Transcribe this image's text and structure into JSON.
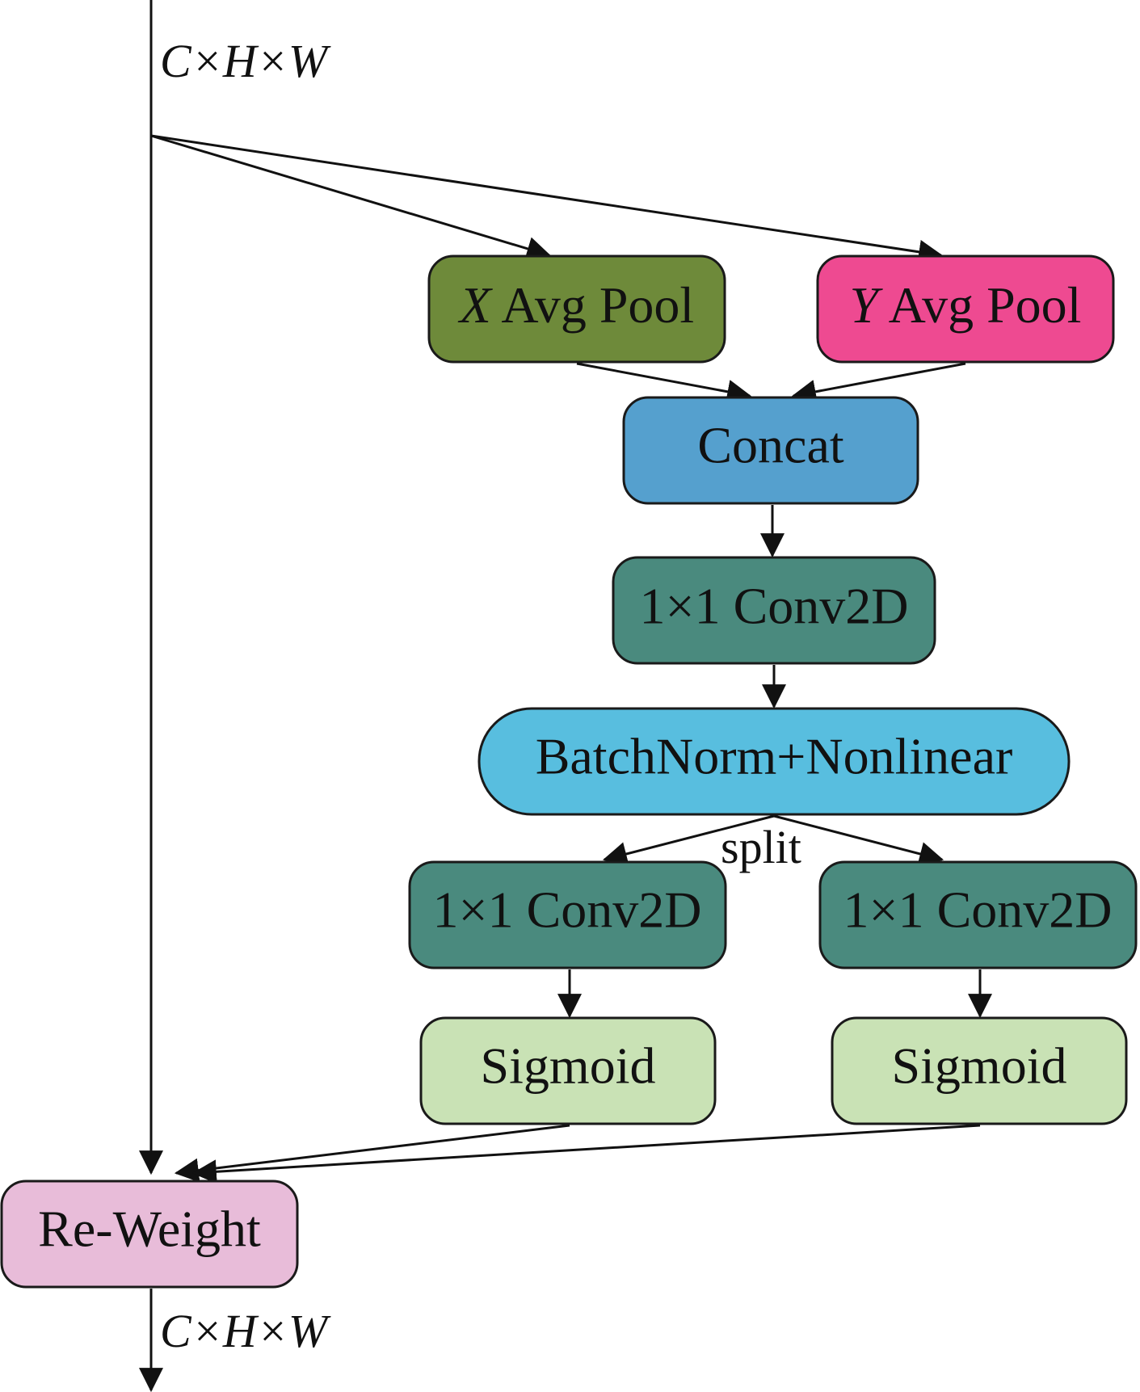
{
  "colors": {
    "x_pool": "#6e8a3a",
    "y_pool": "#ee4a91",
    "concat": "#55a0ce",
    "conv": "#4a8a7e",
    "batchnorm": "#58bedf",
    "sigmoid": "#c9e2b5",
    "reweight": "#e8bcd9"
  },
  "input_label": {
    "c": "C",
    "x1": "×",
    "h": "H",
    "x2": "×",
    "w": "W"
  },
  "output_label": {
    "c": "C",
    "x1": "×",
    "h": "H",
    "x2": "×",
    "w": "W"
  },
  "nodes": {
    "x_pool": {
      "var": "X",
      "text": " Avg Pool"
    },
    "y_pool": {
      "var": "Y",
      "text": " Avg Pool"
    },
    "concat": {
      "text": "Concat"
    },
    "conv_main": {
      "text": "1×1 Conv2D"
    },
    "batchnorm": {
      "text": "BatchNorm+Nonlinear"
    },
    "conv_left": {
      "text": "1×1 Conv2D"
    },
    "conv_right": {
      "text": "1×1 Conv2D"
    },
    "sigmoid_left": {
      "text": "Sigmoid"
    },
    "sigmoid_right": {
      "text": "Sigmoid"
    },
    "reweight": {
      "text": "Re-Weight"
    }
  },
  "split_label": "split"
}
